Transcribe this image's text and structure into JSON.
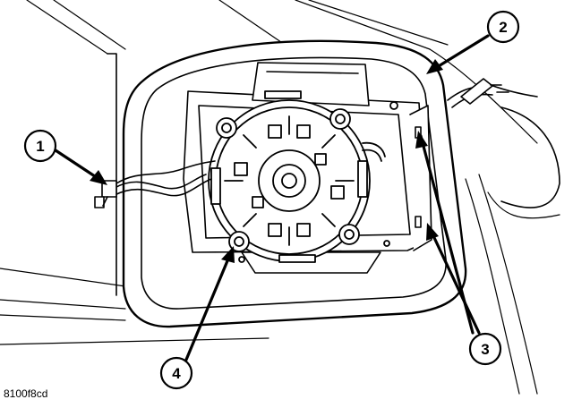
{
  "figure": {
    "id_label": "8100f8cd",
    "line_color": "#000000",
    "background": "#ffffff"
  },
  "callouts": [
    {
      "number": "1"
    },
    {
      "number": "2"
    },
    {
      "number": "3"
    },
    {
      "number": "4"
    }
  ]
}
